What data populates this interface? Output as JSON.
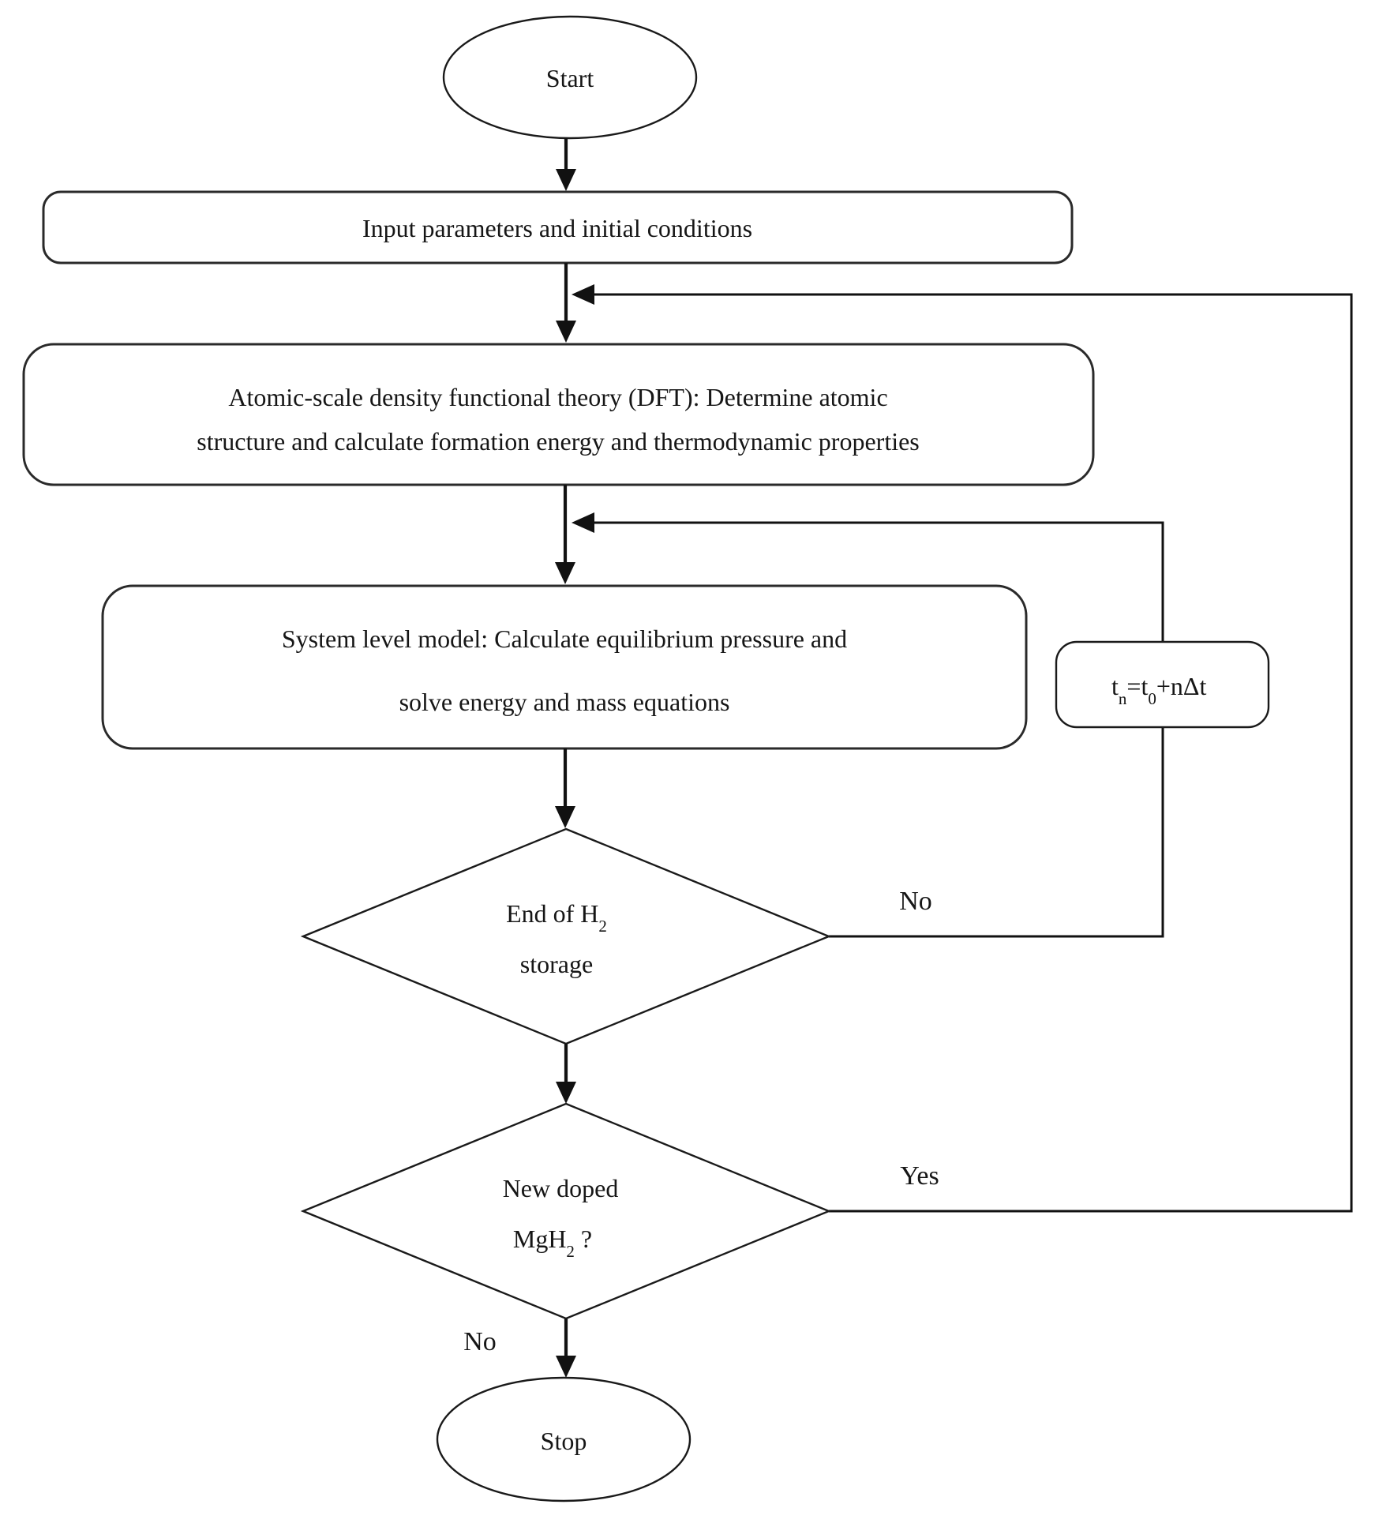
{
  "diagram": {
    "type": "flowchart",
    "nodes": {
      "start": {
        "label": "Start"
      },
      "input": {
        "label": "Input parameters and initial conditions"
      },
      "dft": {
        "line1": "Atomic-scale density functional theory (DFT): Determine atomic",
        "line2": "structure and calculate formation energy and thermodynamic properties"
      },
      "system": {
        "line1": "System level model: Calculate equilibrium pressure and",
        "line2": "solve energy and mass equations"
      },
      "time_step": {
        "t1": "t",
        "sub1": "n",
        "mid": "=t",
        "sub2": "0",
        "tail": "+nΔt"
      },
      "decision_end_storage": {
        "line1_main": "End of H",
        "line1_sub": "2",
        "line2": "storage"
      },
      "decision_new_doped": {
        "line1": "New doped",
        "line2_main": "MgH",
        "line2_sub": "2",
        "line2_suffix": "?"
      },
      "stop": {
        "label": "Stop"
      }
    },
    "edge_labels": {
      "no_end_storage": "No",
      "yes_new_doped": "Yes",
      "no_new_doped": "No"
    },
    "colors": {
      "stroke": "#111111",
      "background": "#ffffff"
    }
  }
}
